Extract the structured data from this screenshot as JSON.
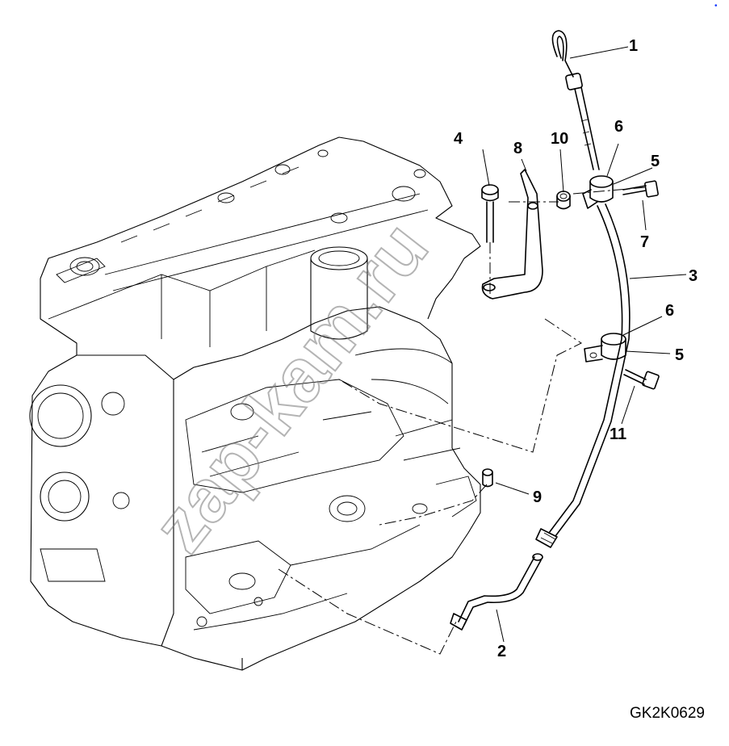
{
  "drawing": {
    "code": "GK2K0629",
    "watermark": "zap-kam.ru",
    "corner_mark": "•"
  },
  "callouts": [
    {
      "id": "c1",
      "label": "1"
    },
    {
      "id": "c6a",
      "label": "6"
    },
    {
      "id": "c4",
      "label": "4"
    },
    {
      "id": "c8",
      "label": "8"
    },
    {
      "id": "c10",
      "label": "10"
    },
    {
      "id": "c5a",
      "label": "5"
    },
    {
      "id": "c7",
      "label": "7"
    },
    {
      "id": "c3",
      "label": "3"
    },
    {
      "id": "c6b",
      "label": "6"
    },
    {
      "id": "c5b",
      "label": "5"
    },
    {
      "id": "c11",
      "label": "11"
    },
    {
      "id": "c9",
      "label": "9"
    },
    {
      "id": "c2",
      "label": "2"
    }
  ]
}
